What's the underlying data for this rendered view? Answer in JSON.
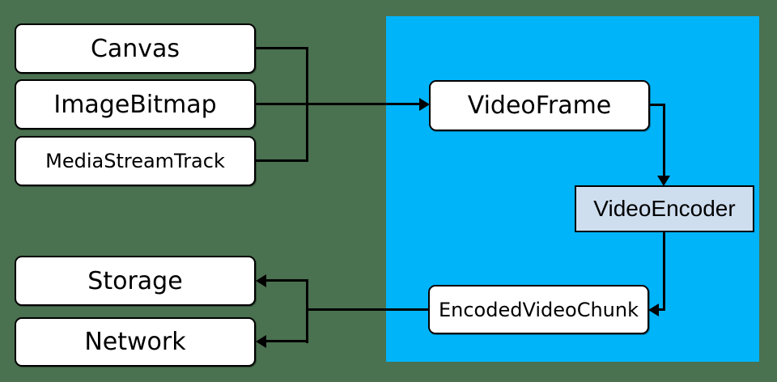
{
  "diagram": {
    "colors": {
      "background": "#4a7150",
      "region": "#00b4fa",
      "node_fill": "#ffffff",
      "encoder_fill": "#cfdeef",
      "line": "#000000",
      "text": "#000000"
    },
    "sources": [
      {
        "label": "Canvas"
      },
      {
        "label": "ImageBitmap"
      },
      {
        "label": "MediaStreamTrack"
      }
    ],
    "pipeline": [
      {
        "label": "VideoFrame"
      },
      {
        "label": "VideoEncoder"
      },
      {
        "label": "EncodedVideoChunk"
      }
    ],
    "sinks": [
      {
        "label": "Storage"
      },
      {
        "label": "Network"
      }
    ],
    "edges": [
      {
        "from": "Canvas",
        "to": "VideoFrame"
      },
      {
        "from": "ImageBitmap",
        "to": "VideoFrame"
      },
      {
        "from": "MediaStreamTrack",
        "to": "VideoFrame"
      },
      {
        "from": "VideoFrame",
        "to": "VideoEncoder"
      },
      {
        "from": "VideoEncoder",
        "to": "EncodedVideoChunk"
      },
      {
        "from": "EncodedVideoChunk",
        "to": "Storage"
      },
      {
        "from": "EncodedVideoChunk",
        "to": "Network"
      }
    ]
  }
}
